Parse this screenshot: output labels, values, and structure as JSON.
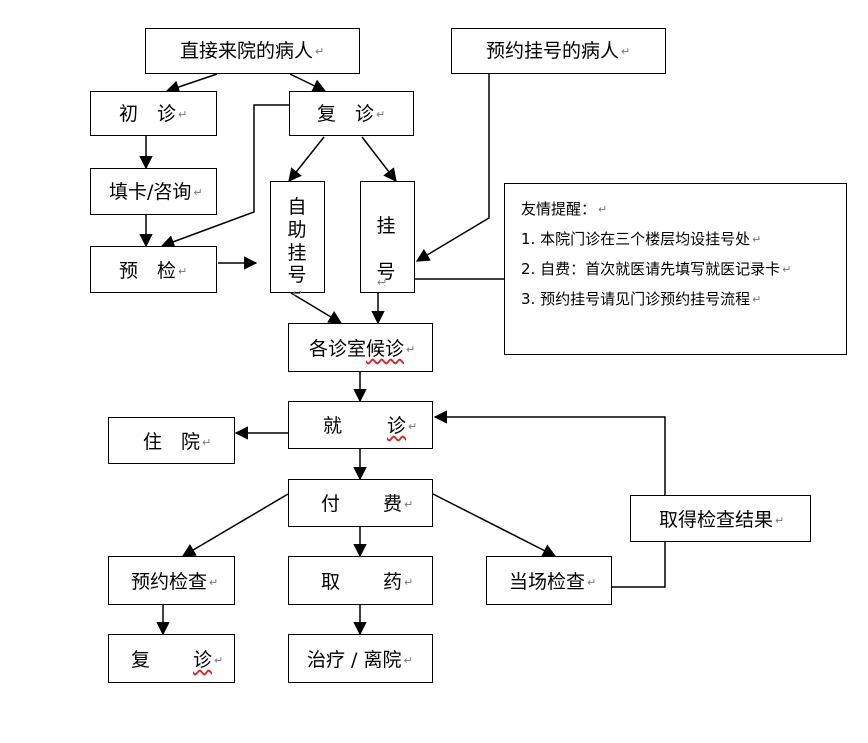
{
  "nodes": {
    "walkin": "直接来院的病人",
    "appointment": "预约挂号的病人",
    "first_visit": "初　诊",
    "revisit_top": "复　诊",
    "fill_card": "填卡/咨询",
    "precheck": "预　检",
    "self_register": [
      "自",
      "助",
      "挂",
      "号"
    ],
    "register": [
      "挂",
      "号"
    ],
    "wait_room_a": "各诊室",
    "wait_room_b": "候诊",
    "consult_a": "就",
    "consult_b": "诊",
    "hospitalize": "住　院",
    "pay_a": "付",
    "pay_b": "费",
    "get_results": "取得检查结果",
    "book_exam": "预约检查",
    "take_med_a": "取",
    "take_med_b": "药",
    "onsite_exam": "当场检查",
    "revisit_bottom_a": "复",
    "revisit_bottom_b": "诊",
    "treat_leave": "治疗 / 离院"
  },
  "note": {
    "title": "友情提醒：",
    "items": [
      "1.  本院门诊在三个楼层均设挂号处",
      "2.  自费：首次就医请先填写就医记录卡",
      "3.  预约挂号请见门诊预约挂号流程"
    ]
  },
  "marks": {
    "return": "↵",
    "cr": "↩"
  }
}
